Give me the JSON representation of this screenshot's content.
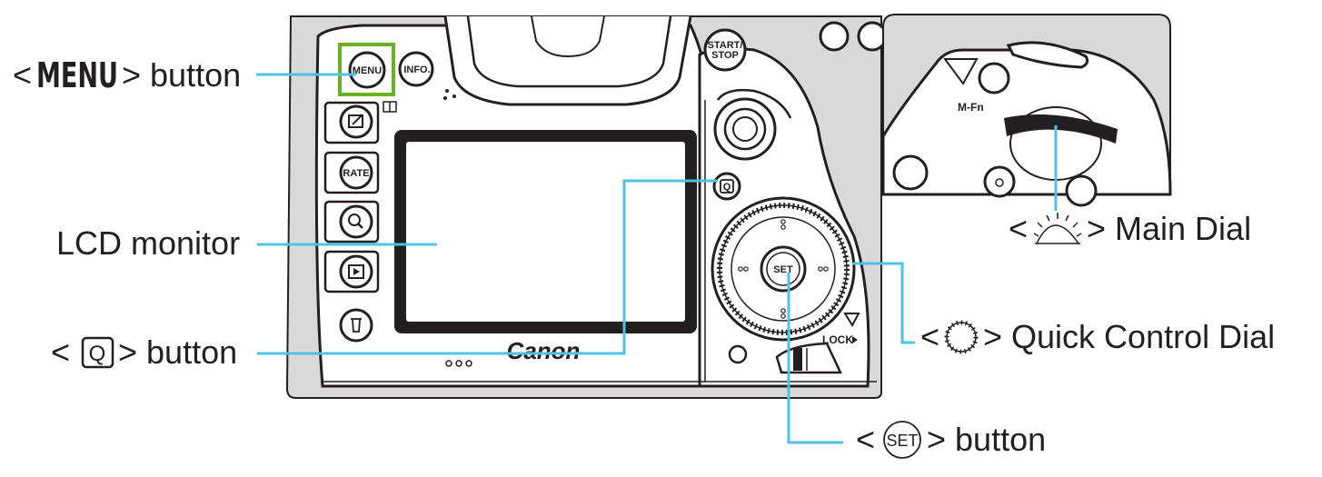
{
  "labels": {
    "menu_button": {
      "prefix": "<",
      "key": "MENU",
      "suffix": "> button"
    },
    "lcd_monitor": "LCD monitor",
    "q_button": {
      "prefix": "<",
      "key": "Q",
      "suffix": "> button"
    },
    "main_dial": {
      "prefix": "<",
      "suffix": "> Main Dial"
    },
    "quick_control_dial": {
      "prefix": "<",
      "suffix": "> Quick Control Dial"
    },
    "set_button": {
      "prefix": "<",
      "key": "SET",
      "suffix": "> button"
    }
  },
  "camera": {
    "brand": "Canon",
    "buttons": {
      "menu": "MENU",
      "info": "INFO.",
      "start_stop_1": "START/",
      "start_stop_2": "STOP",
      "rate": "RATE",
      "set": "SET",
      "lock": "LOCK",
      "m_fn": "M-Fn"
    }
  },
  "colors": {
    "leader_line": "#4fc1e9",
    "highlight_box": "#6ab023",
    "camera_gray": "#d9d9d9",
    "outline": "#231f20"
  }
}
